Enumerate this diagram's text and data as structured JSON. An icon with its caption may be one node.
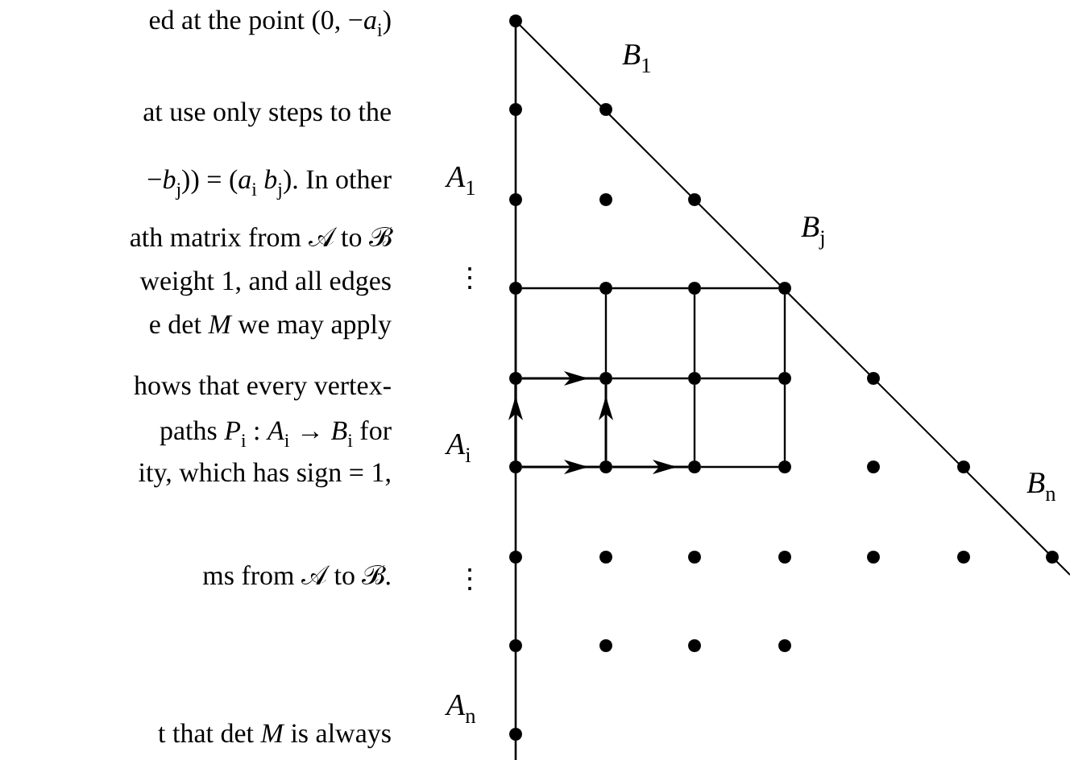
{
  "diagram": {
    "nodes": [
      {
        "text": [],
        "shape": "circle"
      },
      {
        "text": [],
        "shape": "circle"
      },
      {
        "text": [],
        "shape": "circle",
        "beside": [
          "*B*$_{1}$"
        ]
      },
      {
        "text": [],
        "shape": "circle",
        "beside": [
          "*A*$_{1}$"
        ]
      },
      {
        "text": [],
        "shape": "circle"
      },
      {
        "text": [],
        "shape": "circle"
      },
      {
        "text": [],
        "shape": "circle"
      },
      {
        "text": [],
        "shape": "circle"
      },
      {
        "text": [],
        "shape": "circle"
      },
      {
        "text": [],
        "shape": "circle",
        "beside": [
          "*B*$_{j}$"
        ]
      },
      {
        "text": [],
        "shape": "circle"
      },
      {
        "text": [],
        "shape": "circle"
      },
      {
        "text": [],
        "shape": "circle"
      },
      {
        "text": [],
        "shape": "circle"
      },
      {
        "text": [],
        "shape": "circle"
      },
      {
        "text": [],
        "shape": "circle",
        "beside": [
          "*A*$_{i}$"
        ]
      },
      {
        "text": [],
        "shape": "circle"
      },
      {
        "text": [],
        "shape": "circle"
      },
      {
        "text": [],
        "shape": "circle"
      },
      {
        "text": [],
        "shape": "circle"
      },
      {
        "text": [],
        "shape": "circle"
      },
      {
        "text": [],
        "shape": "circle"
      },
      {
        "text": [],
        "shape": "circle"
      },
      {
        "text": [],
        "shape": "circle"
      },
      {
        "text": [],
        "shape": "circle"
      },
      {
        "text": [],
        "shape": "circle"
      },
      {
        "text": [],
        "shape": "circle"
      },
      {
        "text": [],
        "shape": "circle",
        "beside": [
          "*B*$_{n}$"
        ]
      },
      {
        "text": [],
        "shape": "circle"
      },
      {
        "text": [],
        "shape": "circle"
      },
      {
        "text": [],
        "shape": "circle"
      },
      {
        "text": [],
        "shape": "circle"
      },
      {
        "text": [],
        "shape": "circle",
        "beside": [
          "*A*$_{n}$"
        ]
      }
    ],
    "edges": [
      {
        "from": 6,
        "to": 7,
        "arrow": "none"
      },
      {
        "from": 7,
        "to": 8,
        "arrow": "none"
      },
      {
        "from": 8,
        "to": 9,
        "arrow": "none"
      },
      {
        "from": 10,
        "to": 11,
        "arrow": "to"
      },
      {
        "from": 11,
        "to": 12,
        "arrow": "none"
      },
      {
        "from": 12,
        "to": 13,
        "arrow": "none"
      },
      {
        "from": 15,
        "to": 16,
        "arrow": "to"
      },
      {
        "from": 16,
        "to": 17,
        "arrow": "to"
      },
      {
        "from": 17,
        "to": 18,
        "arrow": "none"
      },
      {
        "from": 15,
        "to": 10,
        "arrow": "to"
      },
      {
        "from": 10,
        "to": 6,
        "arrow": "none"
      },
      {
        "from": 16,
        "to": 11,
        "arrow": "to"
      },
      {
        "from": 11,
        "to": 7,
        "arrow": "none"
      },
      {
        "from": 17,
        "to": 12,
        "arrow": "none"
      },
      {
        "from": 12,
        "to": 8,
        "arrow": "none"
      },
      {
        "from": 18,
        "to": 13,
        "arrow": "none"
      },
      {
        "from": 13,
        "to": 9,
        "arrow": "none"
      }
    ],
    "labels": [
      "ed at the point (0, −*a*$_{i}$)",
      "at use only steps to the",
      "−*b*$_{j}$)) = (*a*$_{i}$ *b*$_{j}$). In other",
      "ath matrix from 𝒜 to ℬ",
      "weight 1, and all edges",
      "⋮",
      "e det *M* we may apply",
      "hows that every vertex-",
      "paths *P*$_{i}$ : *A*$_{i}$ → *B*$_{i}$ for",
      "ity, which has sign = 1,",
      "ms from 𝒜 to ℬ.",
      "⋮",
      "t that det *M* is always"
    ]
  }
}
